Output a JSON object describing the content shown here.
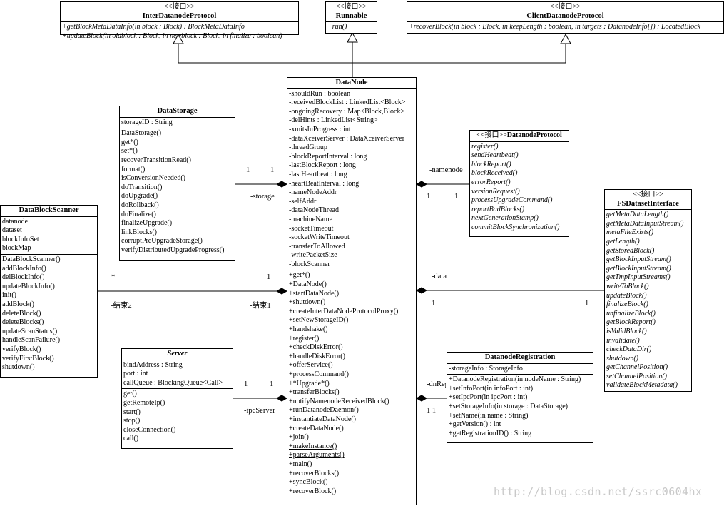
{
  "classes": {
    "inter_datanode_protocol": {
      "stereotype": "<<接口>>",
      "name": "InterDatanodeProtocol",
      "operations": [
        "+getBlockMetaDataInfo(in block : Block) : BlockMetaDataInfo",
        "+updateBlock(in oldblock : Block, in newblock : Block, in finalize : boolean)"
      ]
    },
    "runnable": {
      "stereotype": "<<接口>>",
      "name": "Runnable",
      "operations": [
        "+run()"
      ]
    },
    "client_datanode_protocol": {
      "stereotype": "<<接口>>",
      "name": "ClientDatanodeProtocol",
      "operations": [
        "+recoverBlock(in block : Block, in keepLength : boolean, in targets : DatanodeInfo[]) : LocatedBlock"
      ]
    },
    "datanode": {
      "name": "DataNode",
      "attributes": [
        "-shouldRun : boolean",
        "-receivedBlockList : LinkedList<Block>",
        "-ongoingRecovery : Map<Block,Block>",
        "-delHints : LinkedList<String>",
        "-xmitsInProgress : int",
        "-dataXceiverServer : DataXceiverServer",
        "-threadGroup",
        "-blockReportInterval : long",
        "-lastBlockReport : long",
        "-lastHeartbeat : long",
        "-heartBeatInterval : long",
        "-nameNodeAddr",
        "-selfAddr",
        "-dataNodeThread",
        "-machineName",
        "-socketTimeout",
        "-socketWriteTimeout",
        "-transferToAllowed",
        "-writePacketSize",
        "-blockScanner"
      ],
      "operations": [
        "+get*()",
        "+DataNode()",
        "+startDataNode()",
        "+shutdown()",
        "+createInterDataNodeProtocolProxy()",
        "+setNewStorageID()",
        "+handshake()",
        "+register()",
        "+checkDiskError()",
        "+handleDiskError()",
        "+offerService()",
        "+processCommand()",
        "+*Upgrade*()",
        "+transferBlocks()",
        "+notifyNamenodeReceivedBlock()",
        "+runDatanodeDaemon()",
        "+instantiateDataNode()",
        "+createDataNode()",
        "+join()",
        "+makeInstance()",
        "+parseArguments()",
        "+main()",
        "+recoverBlocks()",
        "+syncBlock()",
        "+recoverBlock()"
      ]
    },
    "datastorage": {
      "name": "DataStorage",
      "attributes": [
        "storageID : String"
      ],
      "operations": [
        "DataStorage()",
        "get*()",
        "set*()",
        "recoverTransitionRead()",
        "format()",
        "isConversionNeeded()",
        "doTransition()",
        "doUpgrade()",
        "doRollback()",
        "doFinalize()",
        "finalizeUpgrade()",
        "linkBlocks()",
        "corruptPreUpgradeStorage()",
        "verifyDistributedUpgradeProgress()"
      ]
    },
    "datanode_protocol": {
      "stereotype": "<<接口>>",
      "name": "DatanodeProtocol",
      "operations": [
        "register()",
        "sendHeartbeat()",
        "blockReport()",
        "blockReceived()",
        "errorReport()",
        "versionRequest()",
        "processUpgradeCommand()",
        "reportBadBlocks()",
        "nextGenerationStamp()",
        "commitBlockSynchronization()"
      ]
    },
    "fsdataset_interface": {
      "stereotype": "<<接口>>",
      "name": "FSDatasetInterface",
      "operations": [
        "getMetaDataLength()",
        "getMetaDataInputStream()",
        "metaFileExists()",
        "getLength()",
        "getStoredBlock()",
        "getBlockInputStream()",
        "getBlockInputStream()",
        "getTmpInputStreams()",
        "writeToBlock()",
        "updateBlock()",
        "finalizeBlock()",
        "unfinalizeBlock()",
        "getBlockReport()",
        "isValidBlock()",
        "invalidate()",
        "checkDataDir()",
        "shutdown()",
        "getChannelPosition()",
        "setChannelPosition()",
        "validateBlockMetadata()"
      ]
    },
    "datablock_scanner": {
      "name": "DataBlockScanner",
      "attributes": [
        "datanode",
        "dataset",
        "blockInfoSet",
        "blockMap"
      ],
      "operations": [
        "DataBlockScanner()",
        "addBlockInfo()",
        "delBlockInfo()",
        "updateBlockInfo()",
        "init()",
        "addBlock()",
        "deleteBlock()",
        "deleteBlocks()",
        "updateScanStatus()",
        "handleScanFailure()",
        "verifyBlock()",
        "verifyFirstBlock()",
        "shutdown()"
      ]
    },
    "server": {
      "name": "Server",
      "attributes": [
        "bindAddress : String",
        "port : int",
        "callQueue : BlockingQueue<Call>"
      ],
      "operations": [
        "get()",
        "getRemoteIp()",
        "start()",
        "stop()",
        "closeConnection()",
        "call()"
      ]
    },
    "datanode_registration": {
      "name": "DatanodeRegistration",
      "attributes": [
        "-storageInfo : StorageInfo"
      ],
      "operations": [
        "+DatanodeRegistration(in nodeName : String)",
        "+setInfoPort(in infoPort : int)",
        "+setIpcPort(in ipcPort : int)",
        "+setStorageInfo(in storage : DataStorage)",
        "+setName(in name : String)",
        "+getVersion() : int",
        "+getRegistrationID() : String"
      ]
    }
  },
  "associations": {
    "storage": {
      "role": "-storage",
      "mult_a": "1",
      "mult_b": "1"
    },
    "namenode": {
      "role": "-namenode",
      "mult_a": "1",
      "mult_b": "1"
    },
    "data": {
      "role": "-data",
      "mult_a": "1",
      "mult_b": "1"
    },
    "scanner": {
      "role_a": "-结束2",
      "role_b": "-结束1",
      "mult_a": "*",
      "mult_b": "1"
    },
    "ipc": {
      "role": "-ipcServer",
      "mult_a": "1",
      "mult_b": "1"
    },
    "reg": {
      "role": "-dnRegi",
      "mult": "1 1"
    }
  },
  "watermark": "http://blog.csdn.net/ssrc0604hx"
}
